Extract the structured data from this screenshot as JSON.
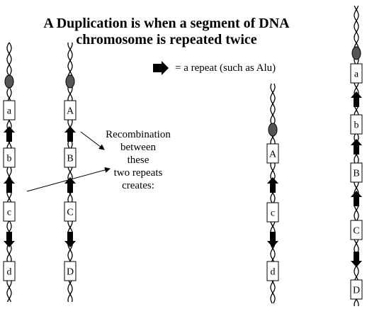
{
  "title_line1": "A Duplication is when a segment of DNA",
  "title_line2": "chromosome is repeated twice",
  "legend_text": "= a repeat (such as Alu)",
  "recombination_lines": [
    "Recombination",
    "between",
    "these",
    "two repeats",
    "creates:"
  ],
  "chromosomes": [
    {
      "name": "chromosome-1",
      "labels": [
        "a",
        "b",
        "c",
        "d"
      ]
    },
    {
      "name": "chromosome-2",
      "labels": [
        "A",
        "B",
        "C",
        "D"
      ]
    },
    {
      "name": "product-short",
      "labels": [
        "A",
        "c",
        "d"
      ]
    },
    {
      "name": "product-long",
      "labels": [
        "a",
        "b",
        "B",
        "C",
        "D"
      ]
    }
  ],
  "colors": {
    "ink": "#000000",
    "centromere": "#555555",
    "background": "#ffffff"
  }
}
